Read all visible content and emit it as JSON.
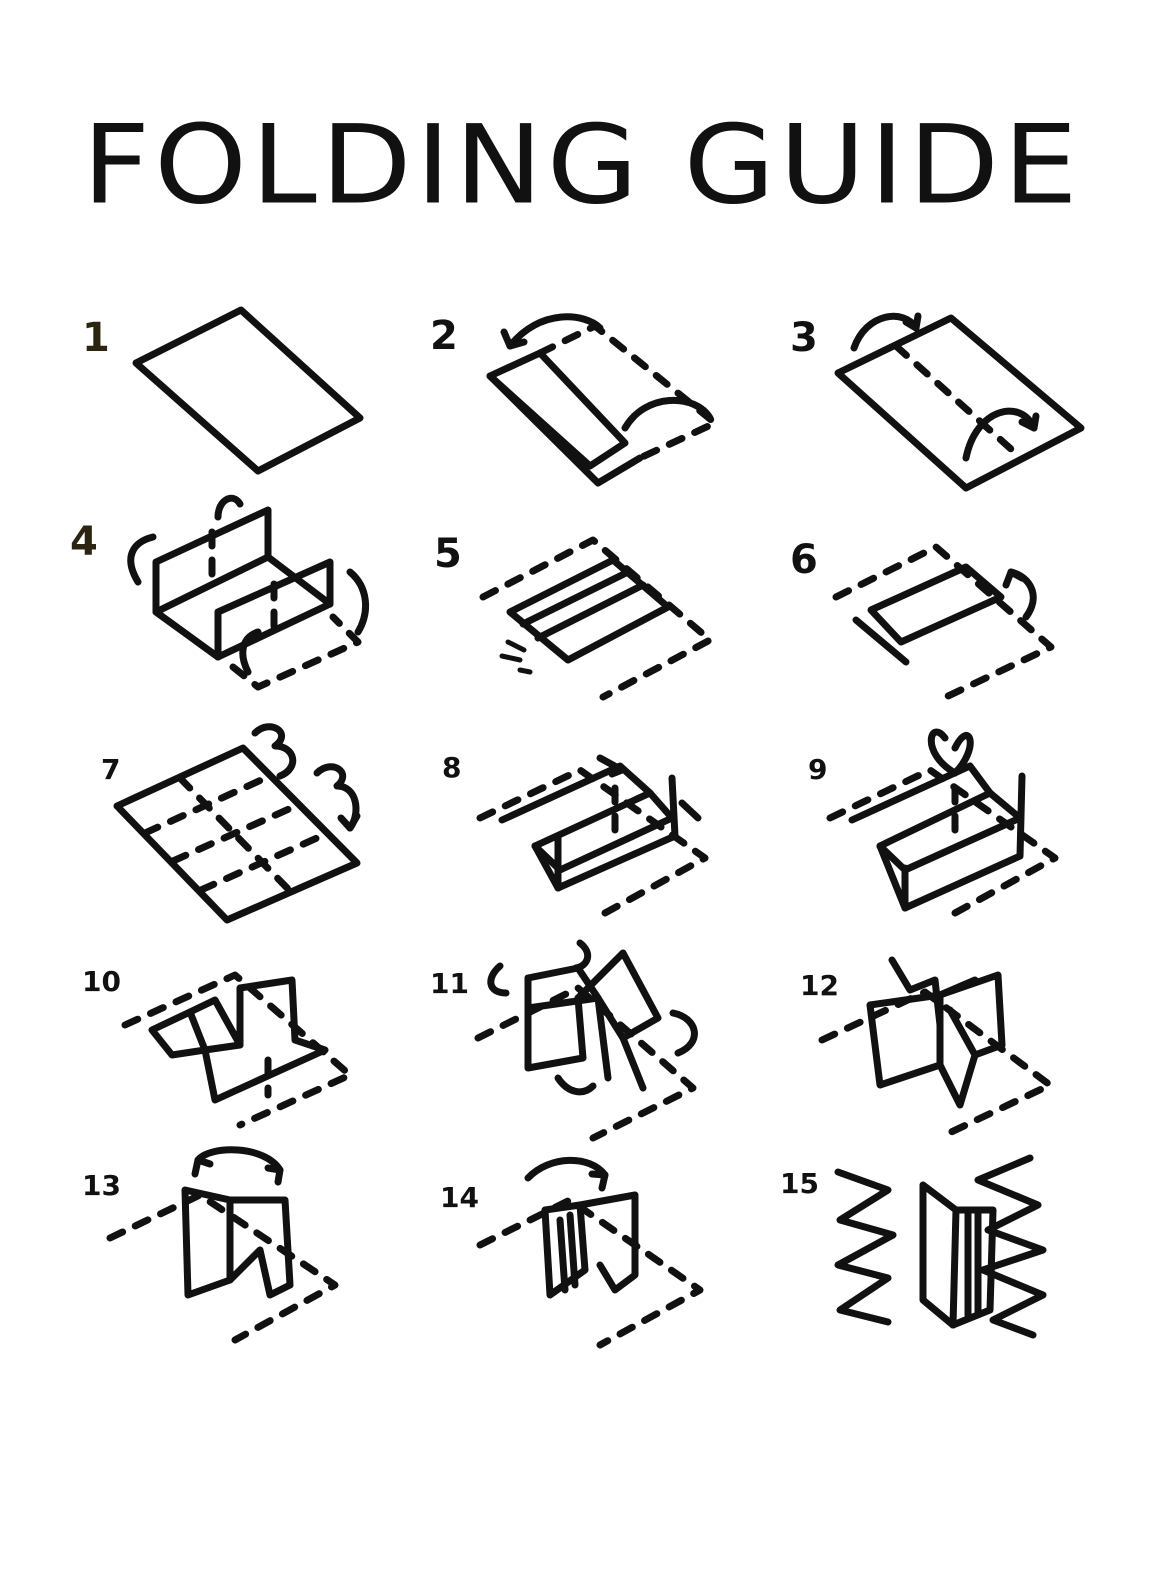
{
  "title": "FOLDING GUIDE",
  "steps": [
    {
      "number": "1"
    },
    {
      "number": "2"
    },
    {
      "number": "3"
    },
    {
      "number": "4"
    },
    {
      "number": "5"
    },
    {
      "number": "6"
    },
    {
      "number": "7"
    },
    {
      "number": "8"
    },
    {
      "number": "9"
    },
    {
      "number": "10"
    },
    {
      "number": "11"
    },
    {
      "number": "12"
    },
    {
      "number": "13"
    },
    {
      "number": "14"
    },
    {
      "number": "15"
    }
  ],
  "colors": {
    "ink": "#111111",
    "background": "#ffffff",
    "accent_number": "#2b2410"
  }
}
